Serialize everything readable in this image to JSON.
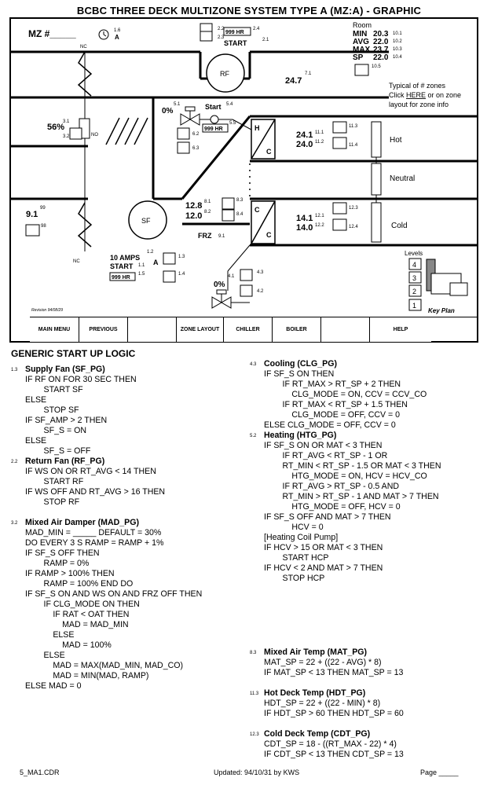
{
  "title": "BCBC THREE DECK MULTIZONE SYSTEM TYPE A (MZ:A)  -  GRAPHIC",
  "diagram": {
    "mz_label": "MZ #_____",
    "clock_ref": "1.6",
    "clock_a": "A",
    "room": {
      "label": "Room",
      "rows": [
        {
          "name": "MIN",
          "value": "20.3",
          "ref": "10.1"
        },
        {
          "name": "AVG",
          "value": "22.0",
          "ref": "10.2"
        },
        {
          "name": "MAX",
          "value": "23.7",
          "ref": "10.3"
        },
        {
          "name": "SP",
          "value": "22.0",
          "ref": "10.4"
        }
      ],
      "trend_ref": "10.5"
    },
    "rf_box": {
      "ref1": "2.2",
      "ref2": "2.3",
      "hr": "999 HR",
      "ref3": "2.4",
      "start": "START",
      "ref4": "2.1"
    },
    "rf_label": "RF",
    "return_temp": "24.7",
    "return_temp_ref": "7.1",
    "zones_note": [
      "Typical of # zones",
      "Click ",
      "HERE",
      " or on zone",
      "layout for zone info"
    ],
    "nc_top": "NC",
    "no_label": "NO",
    "nc_bottom": "NC",
    "damper_pct": "56%",
    "damper_ref1": "3.1",
    "damper_ref2": "3.2",
    "oat_value": "9.1",
    "oat_ref1": "99",
    "oat_ref2": "98",
    "hcv": {
      "pct": "0%",
      "ref": "5.1",
      "start": "Start",
      "start_ref": "5.4",
      "pump_ref": "5.5",
      "hr": "999 HR",
      "ref2": "6.2",
      "ref3": "6.3"
    },
    "hot_deck": {
      "v1": "24.1",
      "r1": "11.1",
      "v2": "24.0",
      "r2": "11.2",
      "ref3": "11.3",
      "ref4": "11.4"
    },
    "cold_deck": {
      "v1": "14.1",
      "r1": "12.1",
      "v2": "14.0",
      "r2": "12.2",
      "ref3": "12.3",
      "ref4": "12.4"
    },
    "mat": {
      "v1": "12.8",
      "r1": "8.1",
      "v2": "12.0",
      "r2": "8.2",
      "ref3": "8.3",
      "ref4": "8.4"
    },
    "frz": "FRZ",
    "frz_ref": "9.1",
    "h_label": "H",
    "c_label": "C",
    "zone_labels": [
      "Hot",
      "Neutral",
      "Cold"
    ],
    "sf_label": "SF",
    "sf_box": {
      "amps": "10 AMPS",
      "amps_ref": "1.2",
      "start": "START",
      "start_ref": "1.1",
      "a": "A",
      "hr": "999 HR",
      "ref3": "1.5",
      "ref4": "1.3",
      "ref5": "1.4"
    },
    "ccv": {
      "pct": "0%",
      "ref": "4.1",
      "ref2": "4.3",
      "ref3": "4.2"
    },
    "levels_label": "Levels",
    "levels": [
      "4",
      "3",
      "2",
      "1"
    ],
    "key_plan": "Key Plan",
    "revision": "Revision 94/08/29"
  },
  "menu": [
    "MAIN MENU",
    "PREVIOUS",
    "",
    "ZONE LAYOUT",
    "CHILLER",
    "BOILER",
    "",
    "HELP"
  ],
  "logic_header": "GENERIC START UP LOGIC",
  "left_col": [
    {
      "ref": "1.3",
      "title": "Supply Fan (SF_PG)"
    },
    "IF RF ON FOR 30 SEC THEN",
    "        START SF",
    "ELSE",
    "        STOP SF",
    "IF SF_AMP > 2 THEN",
    "        SF_S = ON",
    "ELSE",
    "        SF_S = OFF",
    {
      "ref": "2.2",
      "title": "Return Fan (RF_PG)"
    },
    "IF WS ON OR RT_AVG < 14 THEN",
    "        START RF",
    "IF WS OFF AND RT_AVG > 16 THEN",
    "        STOP RF",
    "",
    {
      "ref": "3.2",
      "title": "Mixed Air Damper (MAD_PG)"
    },
    "MAD_MIN = _____ DEFAULT = 30%",
    "DO EVERY 3 S RAMP = RAMP + 1%",
    "IF SF_S OFF THEN",
    "        RAMP = 0%",
    "IF RAMP > 100% THEN",
    "        RAMP = 100% END DO",
    "IF SF_S ON AND WS ON AND FRZ OFF THEN",
    "        IF CLG_MODE ON THEN",
    "            IF RAT < OAT THEN",
    "                MAD = MAD_MIN",
    "            ELSE",
    "                MAD = 100%",
    "        ELSE",
    "            MAD = MAX(MAD_MIN, MAD_CO)",
    "            MAD = MIN(MAD, RAMP)",
    "ELSE MAD = 0"
  ],
  "right_col": [
    {
      "ref": "4.3",
      "title": "Cooling (CLG_PG)"
    },
    "IF SF_S ON THEN",
    "        IF RT_MAX > RT_SP + 2 THEN",
    "            CLG_MODE = ON, CCV = CCV_CO",
    "        IF RT_MAX < RT_SP + 1.5 THEN",
    "            CLG_MODE = OFF, CCV = 0",
    "ELSE CLG_MODE = OFF, CCV = 0",
    {
      "ref": "5.2",
      "title": "Heating (HTG_PG)"
    },
    "IF SF_S ON OR MAT < 3 THEN",
    "        IF RT_AVG < RT_SP - 1 OR",
    "        RT_MIN < RT_SP - 1.5 OR MAT < 3 THEN",
    "            HTG_MODE = ON, HCV = HCV_CO",
    "        IF RT_AVG > RT_SP - 0.5 AND",
    "        RT_MIN > RT_SP - 1 AND MAT > 7 THEN",
    "            HTG_MODE = OFF, HCV = 0",
    "IF SF_S OFF AND MAT > 7 THEN",
    "            HCV = 0",
    "[Heating Coil Pump]",
    "IF HCV > 15 OR MAT < 3 THEN",
    "        START HCP",
    "IF HCV < 2 AND MAT > 7 THEN",
    "        STOP HCP"
  ],
  "right_col2": [
    {
      "ref": "8.3",
      "title": "Mixed Air Temp (MAT_PG)"
    },
    "MAT_SP = 22 + ((22 - AVG) * 8)",
    "IF MAT_SP < 13 THEN MAT_SP = 13",
    "",
    {
      "ref": "11.3",
      "title": "Hot Deck Temp (HDT_PG)"
    },
    "HDT_SP = 22 + ((22 - MIN) * 8)",
    "IF HDT_SP > 60 THEN HDT_SP = 60",
    "",
    {
      "ref": "12.3",
      "title": "Cold Deck Temp (CDT_PG)"
    },
    "CDT_SP = 18 - ((RT_MAX - 22) * 4)",
    "IF CDT_SP < 13 THEN CDT_SP = 13"
  ],
  "footer": {
    "left": "5_MA1.CDR",
    "center": "Updated: 94/10/31 by KWS",
    "right": "Page _____"
  }
}
